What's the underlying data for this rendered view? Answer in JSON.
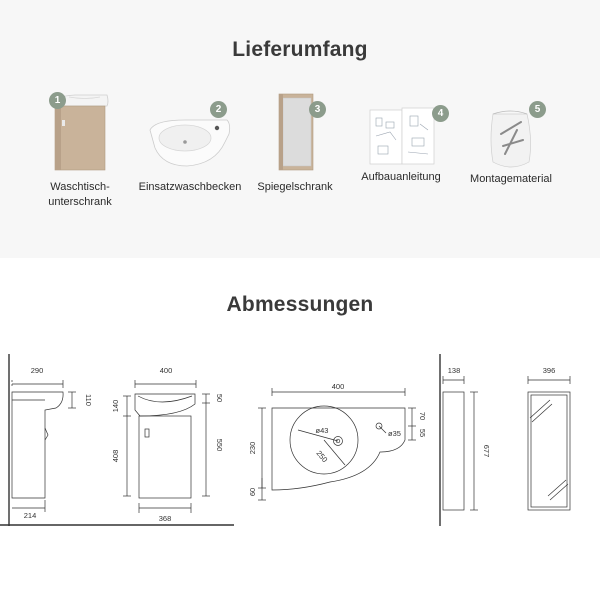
{
  "delivery": {
    "title": "Lieferumfang",
    "items": [
      {
        "number": "1",
        "label_line1": "Waschtisch-",
        "label_line2": "unterschrank"
      },
      {
        "number": "2",
        "label_line1": "Einsatzwaschbecken",
        "label_line2": ""
      },
      {
        "number": "3",
        "label_line1": "Spiegelschrank",
        "label_line2": ""
      },
      {
        "number": "4",
        "label_line1": "Aufbauanleitung",
        "label_line2": ""
      },
      {
        "number": "5",
        "label_line1": "Montagematerial",
        "label_line2": ""
      }
    ]
  },
  "dimensions": {
    "title": "Abmessungen",
    "side_view": {
      "top_width": "290",
      "basin_height": "110",
      "bottom_depth": "214"
    },
    "front_view": {
      "top_width": "400",
      "rim_height": "50",
      "basin_height": "140",
      "cabinet_height": "408",
      "total_height": "550",
      "bottom_width": "368"
    },
    "top_view": {
      "width": "400",
      "drain_diameter": "ø43",
      "tap_diameter": "ø35",
      "bowl_diameter": "250",
      "depth": "230",
      "tap_offset_a": "70",
      "tap_offset_b": "55",
      "front_offset": "60"
    },
    "mirror_side": {
      "depth": "138",
      "height": "677"
    },
    "mirror_front": {
      "width": "396"
    }
  },
  "colors": {
    "badge": "#8c9c8c",
    "wood": "#c9b39a",
    "line": "#333333"
  }
}
